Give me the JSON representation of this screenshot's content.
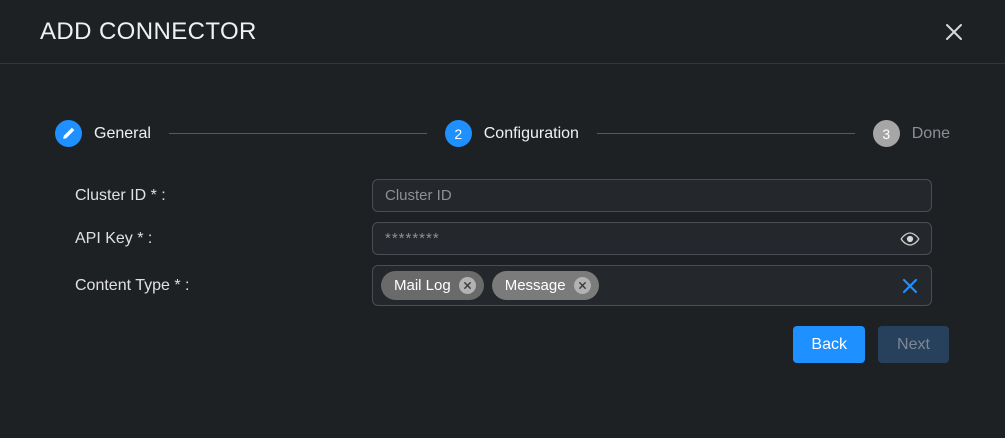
{
  "header": {
    "title": "ADD CONNECTOR",
    "close_icon": "close-icon"
  },
  "stepper": {
    "steps": [
      {
        "id": "general",
        "marker": "pencil-icon",
        "label": "General",
        "state": "done"
      },
      {
        "id": "configuration",
        "marker": "2",
        "label": "Configuration",
        "state": "active"
      },
      {
        "id": "done",
        "marker": "3",
        "label": "Done",
        "state": "todo"
      }
    ]
  },
  "form": {
    "fields": [
      {
        "id": "cluster-id",
        "label": "Cluster ID * :",
        "type": "text",
        "value": "",
        "placeholder": "Cluster ID"
      },
      {
        "id": "api-key",
        "label": "API Key * :",
        "type": "password",
        "value": "********",
        "placeholder": "",
        "trailing_icon": "eye-icon"
      },
      {
        "id": "content-type",
        "label": "Content Type * :",
        "type": "multiselect",
        "chips": [
          {
            "label": "Mail Log",
            "remove_icon": "chip-remove-icon"
          },
          {
            "label": "Message",
            "remove_icon": "chip-remove-icon"
          }
        ],
        "trailing_icon": "clear-all-icon"
      }
    ]
  },
  "actions": {
    "back_label": "Back",
    "next_label": "Next",
    "next_disabled": true
  },
  "colors": {
    "background": "#1e2124",
    "accent": "#1e90ff",
    "accent_disabled": "#27405c",
    "field_background": "#24272b",
    "field_border": "#4a4e54",
    "chip_background": "#6a6a6a",
    "text_primary": "#f0f0f0",
    "text_muted": "#8b9096"
  }
}
